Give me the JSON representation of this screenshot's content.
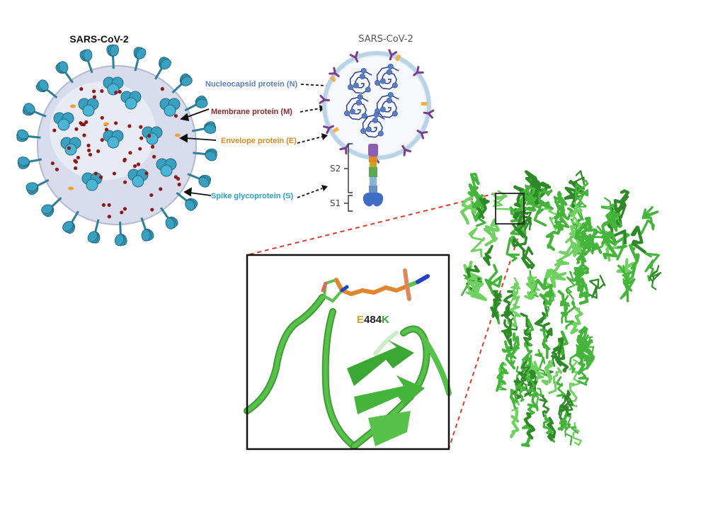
{
  "left_virion": {
    "title": "SARS-CoV-2"
  },
  "labels": {
    "n": {
      "text": "Nucleocapsid protein (N)",
      "color": "#5b7fc4"
    },
    "m": {
      "text": "Membrane protein (M)",
      "color": "#8b2a2a"
    },
    "e": {
      "text": "Envelope protein (E)",
      "color": "#e08a1e"
    },
    "s": {
      "text": "Spike glycoprotein (S)",
      "color": "#2b9fc9"
    }
  },
  "schematic": {
    "title": "SARS-CoV-2",
    "s2_label": "S2",
    "s1_label": "S1"
  },
  "zoom": {
    "mutation": {
      "wt": "E",
      "pos": "484",
      "mut": "K"
    },
    "mutation_colors": {
      "wt": "#c9a227",
      "pos": "#222222",
      "mut": "#3aa832"
    }
  },
  "colors": {
    "spike": "#3aa0c0",
    "membrane_dot": "#8b1a1a",
    "protein_green": "#44b53a",
    "zoom_line": "#e03b2a"
  }
}
